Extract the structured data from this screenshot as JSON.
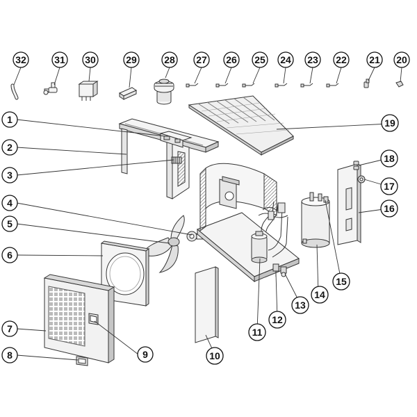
{
  "diagram": {
    "callouts": [
      "1",
      "2",
      "3",
      "4",
      "5",
      "6",
      "7",
      "8",
      "9",
      "10",
      "11",
      "12",
      "13",
      "14",
      "15",
      "16",
      "17",
      "18",
      "19",
      "20",
      "21",
      "22",
      "23",
      "24",
      "25",
      "26",
      "27",
      "28",
      "29",
      "30",
      "31",
      "32"
    ],
    "colors": {
      "line": "#333333",
      "part_fill": "#f4f4f4",
      "part_shade": "#d9d9d9",
      "text": "#111111",
      "circle_fill": "#ffffff"
    }
  }
}
